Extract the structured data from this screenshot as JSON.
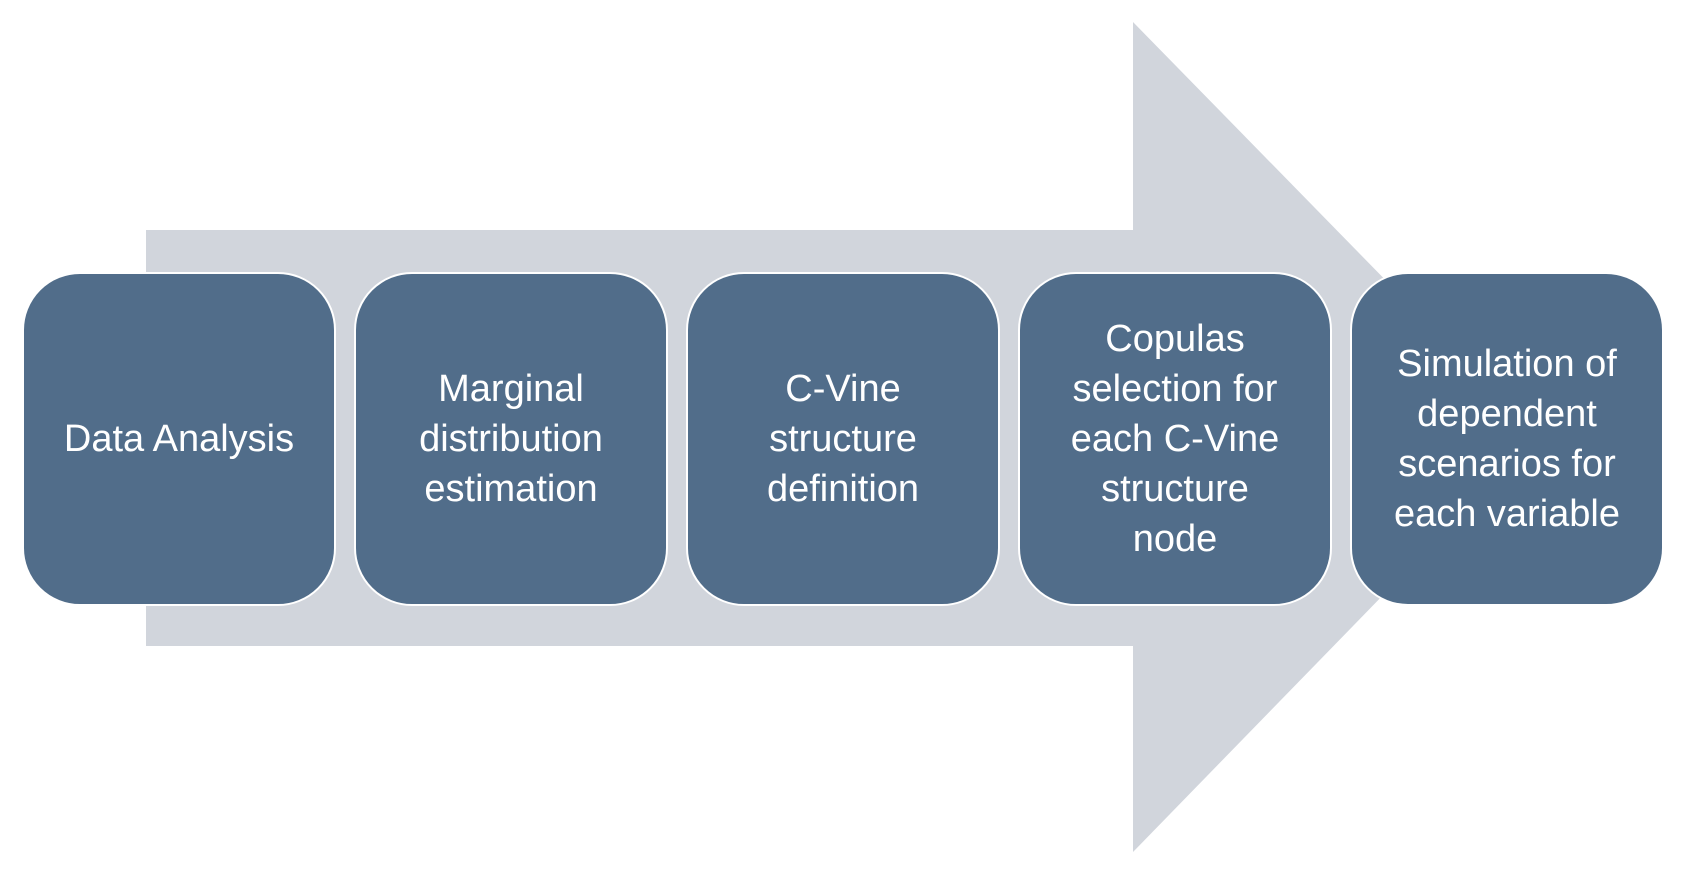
{
  "colors": {
    "arrow_fill": "#d1d5dc",
    "step_fill": "#516d8a",
    "step_text": "#ffffff",
    "background": "#ffffff"
  },
  "steps": [
    {
      "label": "Data Analysis"
    },
    {
      "label": "Marginal\ndistribution\nestimation"
    },
    {
      "label": "C-Vine\nstructure\ndefinition"
    },
    {
      "label": "Copulas\nselection for\neach C-Vine\nstructure\nnode"
    },
    {
      "label": "Simulation of\ndependent\nscenarios for\neach variable"
    }
  ]
}
